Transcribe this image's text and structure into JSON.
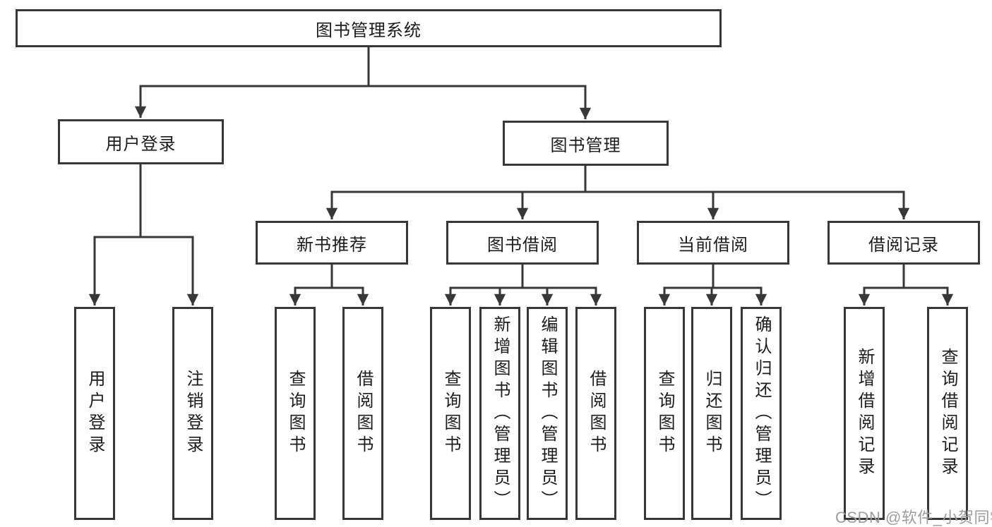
{
  "tree": {
    "root": "图书管理系统",
    "branches": [
      {
        "label": "用户登录",
        "leaves": [
          "用户登录",
          "注销登录"
        ]
      },
      {
        "label": "图书管理",
        "groups": [
          {
            "label": "新书推荐",
            "leaves": [
              "查询图书",
              "借阅图书"
            ]
          },
          {
            "label": "图书借阅",
            "leaves": [
              "查询图书",
              "新增图书（管理员）",
              "编辑图书（管理员）",
              "借阅图书"
            ]
          },
          {
            "label": "当前借阅",
            "leaves": [
              "查询图书",
              "归还图书",
              "确认归还（管理员）"
            ]
          },
          {
            "label": "借阅记录",
            "leaves": [
              "新增借阅记录",
              "查询借阅记录"
            ]
          }
        ]
      }
    ]
  },
  "watermark": "CSDN @软件_小贺同学",
  "colors": {
    "line": "#373737",
    "text": "#1c1c1c",
    "box_background": "#ffffff",
    "watermark": "#9d9d9d"
  }
}
